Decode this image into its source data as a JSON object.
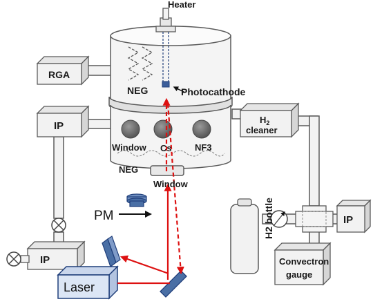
{
  "labels": {
    "heater": "Heater",
    "rga": "RGA",
    "neg_top": "NEG",
    "photocathode": "Photocathode",
    "ip_left": "IP",
    "window_left": "Window",
    "cs": "Cs",
    "nf3": "NF3",
    "neg_bottom": "NEG",
    "window_bottom": "Window",
    "h2_cleaner_line1": "H",
    "h2_cleaner_sub": "2",
    "h2_cleaner_line2": "cleaner",
    "pm": "PM",
    "ip_right": "IP",
    "h2_bottle": "H2 bottle",
    "convectron_line1": "Convectron",
    "convectron_line2": "gauge",
    "ip_bottom": "IP",
    "laser": "Laser"
  },
  "colors": {
    "beam": "#dd1111",
    "box_face": "#f2f2f2",
    "box_side": "#d6d6d6",
    "outline": "#5a5a5a",
    "laser_fill": "#dce6f5",
    "laser_outline": "#1f3e7a",
    "mirror": "#4a6fa5",
    "knob": "#6e6e6e"
  }
}
